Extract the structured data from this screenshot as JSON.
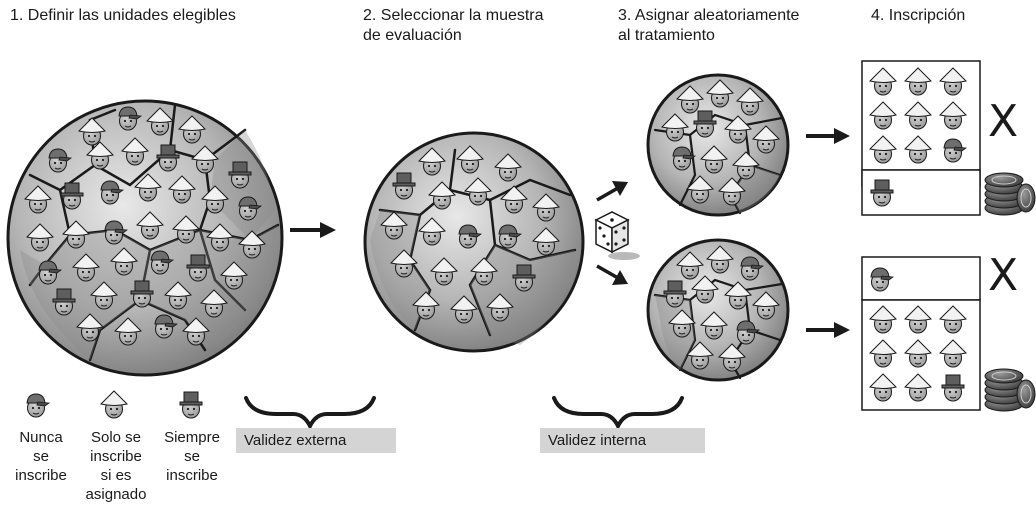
{
  "steps": [
    {
      "label": "1. Definir las unidades elegibles"
    },
    {
      "label": "2. Seleccionar la muestra\nde evaluación"
    },
    {
      "label": "3. Asignar aleatoriamente\nal tratamiento"
    },
    {
      "label": "4. Inscripción"
    }
  ],
  "legend": {
    "never": "Nunca\nse\ninscribe",
    "complier": "Solo se\ninscribe\nsi es\nasignado",
    "always": "Siempre\nse\ninscribe"
  },
  "validity": {
    "external": "Validez externa",
    "internal": "Validez interna"
  },
  "marks": {
    "cross": "X"
  },
  "icons": {
    "never": "person-with-cap-icon",
    "complier": "person-with-conical-hat-icon",
    "always": "person-with-top-hat-icon",
    "dice": "dice-icon",
    "coins": "coin-stack-icon"
  },
  "colors": {
    "disc_light": "#d9d9d9",
    "disc_dark": "#8a8a8a",
    "outline": "#1a1a1a",
    "label_bg": "#d4d4d4"
  }
}
